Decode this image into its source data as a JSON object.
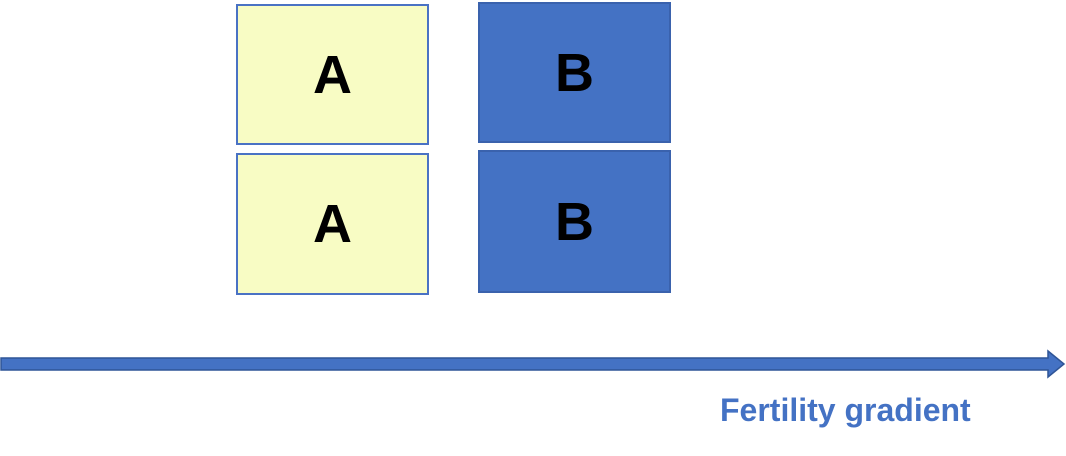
{
  "plots": [
    {
      "label": "A",
      "treatment": "A",
      "color": "#f8fcc4"
    },
    {
      "label": "A",
      "treatment": "A",
      "color": "#f8fcc4"
    },
    {
      "label": "B",
      "treatment": "B",
      "color": "#4472c4"
    },
    {
      "label": "B",
      "treatment": "B",
      "color": "#4472c4"
    }
  ],
  "gradient": {
    "label": "Fertility gradient",
    "color": "#4472c4"
  }
}
